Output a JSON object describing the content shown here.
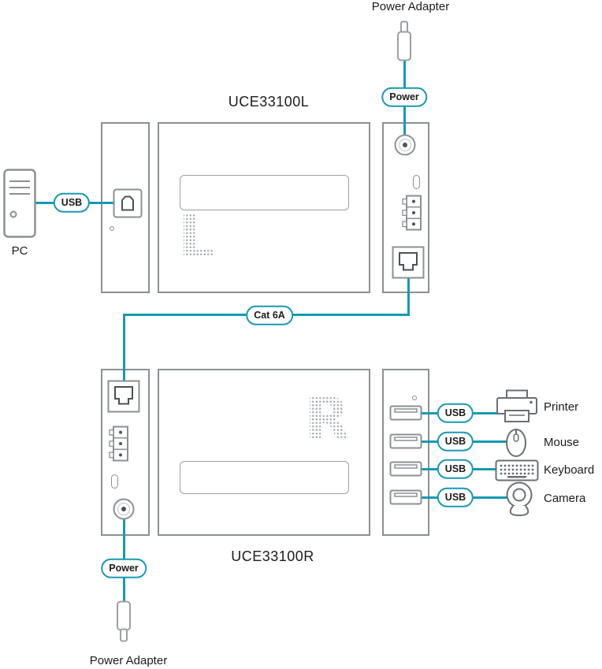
{
  "diagram": {
    "units": {
      "top": {
        "title": "UCE33100L",
        "watermark": "L"
      },
      "bottom": {
        "title": "UCE33100R",
        "watermark": "R"
      }
    },
    "labels": {
      "power_adapter_top": "Power Adapter",
      "power_adapter_bottom": "Power Adapter",
      "pc": "PC",
      "printer": "Printer",
      "mouse": "Mouse",
      "keyboard": "Keyboard",
      "camera": "Camera"
    },
    "pills": {
      "power_top": "Power",
      "power_bottom": "Power",
      "usb_pc": "USB",
      "cat6a": "Cat 6A",
      "usb_printer": "USB",
      "usb_mouse": "USB",
      "usb_keyboard": "USB",
      "usb_camera": "USB"
    },
    "colors": {
      "accent_teal": "#1899b4",
      "device_gray": "#8b9093"
    }
  }
}
